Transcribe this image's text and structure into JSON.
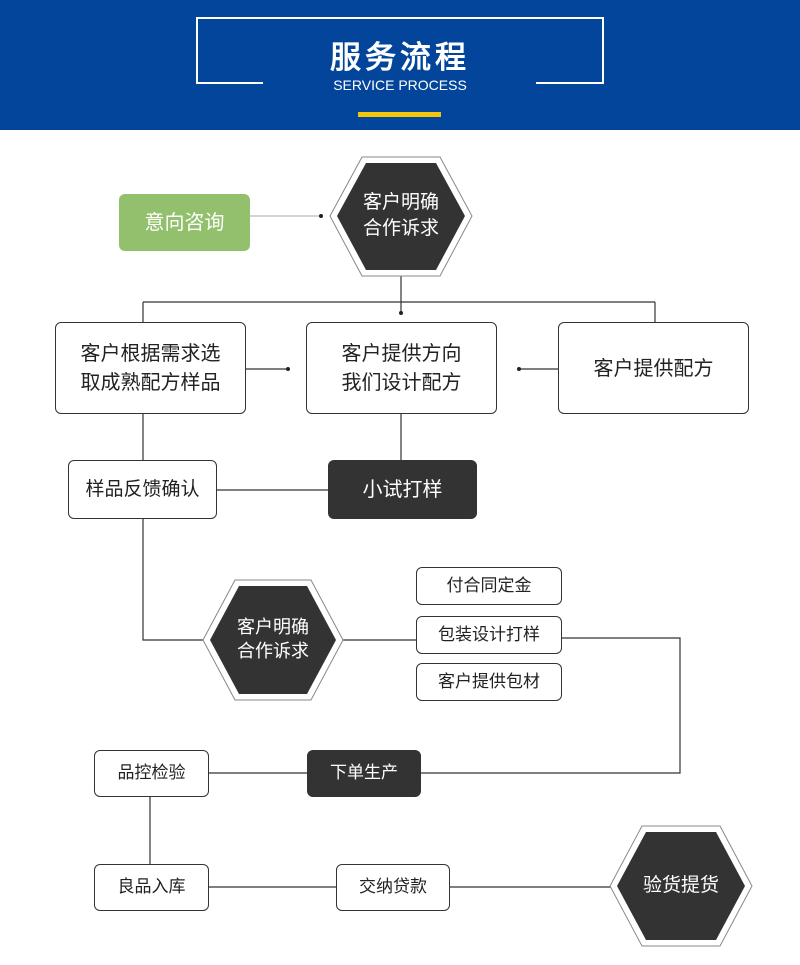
{
  "header": {
    "title": "服务流程",
    "subtitle": "SERVICE PROCESS"
  },
  "nodes": {
    "consult": "意向咨询",
    "hex1": [
      "客户明确",
      "合作诉求"
    ],
    "choose_sample": [
      "客户根据需求选",
      "取成熟配方样品"
    ],
    "custom_design": [
      "客户提供方向",
      "我们设计配方"
    ],
    "own_formula": "客户提供配方",
    "sample_feedback": "样品反馈确认",
    "trial_sample": "小试打样",
    "hex2": [
      "客户明确",
      "合作诉求"
    ],
    "deposit": "付合同定金",
    "packaging_design": "包装设计打样",
    "own_packaging": "客户提供包材",
    "quality_check": "品控检验",
    "production": "下单生产",
    "warehousing": "良品入库",
    "payment": "交纳贷款",
    "hex3": "验货提货"
  },
  "colors": {
    "brand": "#03459a",
    "accent": "#f5c40c",
    "green": "#92c06c",
    "dark": "#333333"
  }
}
